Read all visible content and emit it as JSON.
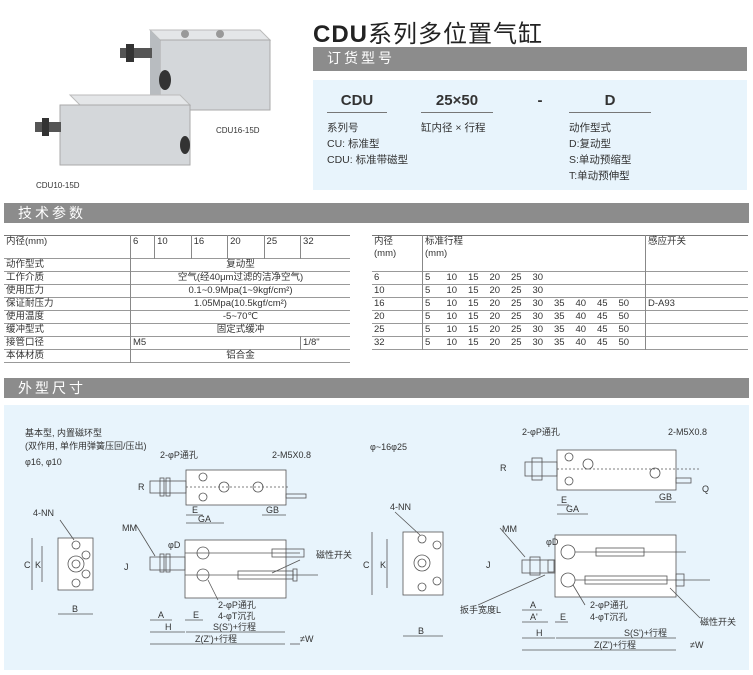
{
  "title": {
    "code": "CDU",
    "text": "系列多位置气缸"
  },
  "products": [
    {
      "label": "CDU16-15D"
    },
    {
      "label": "CDU10-15D"
    }
  ],
  "order_section": {
    "heading": "订货型号",
    "codes": [
      "CDU",
      "25×50",
      "-",
      "D"
    ],
    "series": {
      "label": "系列号",
      "items": [
        "CU: 标准型",
        "CDU: 标准带磁型"
      ]
    },
    "size": {
      "label": "缸内径 × 行程"
    },
    "action": {
      "label": "动作型式",
      "items": [
        "D:复动型",
        "S:单动预缩型",
        "T:单动预伸型"
      ]
    }
  },
  "tech_section": {
    "heading": "技术参数",
    "spec_table": {
      "header": {
        "label": "内径(mm)",
        "bores": [
          "6",
          "10",
          "16",
          "20",
          "25",
          "32"
        ]
      },
      "rows": [
        {
          "label": "动作型式",
          "value": "复动型"
        },
        {
          "label": "工作介质",
          "value": "空气(经40μm过滤的洁净空气)"
        },
        {
          "label": "使用压力",
          "value": "0.1~0.9Mpa(1~9kgf/cm²)"
        },
        {
          "label": "保证耐压力",
          "value": "1.05Mpa(10.5kgf/cm²)"
        },
        {
          "label": "使用温度",
          "value": "-5~70℃"
        },
        {
          "label": "缓冲型式",
          "value": "固定式缓冲"
        },
        {
          "label": "接管口径",
          "value": "M5",
          "value2": "1/8\""
        },
        {
          "label": "本体材质",
          "value": "铝合金"
        }
      ]
    },
    "stroke_table": {
      "headers": [
        "内径",
        "(mm)",
        "标准行程",
        "(mm)",
        "感应开关"
      ],
      "rows": [
        {
          "bore": "6",
          "strokes": [
            "5",
            "10",
            "15",
            "20",
            "25",
            "30"
          ],
          "switch": ""
        },
        {
          "bore": "10",
          "strokes": [
            "5",
            "10",
            "15",
            "20",
            "25",
            "30"
          ],
          "switch": ""
        },
        {
          "bore": "16",
          "strokes": [
            "5",
            "10",
            "15",
            "20",
            "25",
            "30",
            "35",
            "40",
            "45",
            "50"
          ],
          "switch": "D-A93"
        },
        {
          "bore": "20",
          "strokes": [
            "5",
            "10",
            "15",
            "20",
            "25",
            "30",
            "35",
            "40",
            "45",
            "50"
          ],
          "switch": ""
        },
        {
          "bore": "25",
          "strokes": [
            "5",
            "10",
            "15",
            "20",
            "25",
            "30",
            "35",
            "40",
            "45",
            "50"
          ],
          "switch": ""
        },
        {
          "bore": "32",
          "strokes": [
            "5",
            "10",
            "15",
            "20",
            "25",
            "30",
            "35",
            "40",
            "45",
            "50"
          ],
          "switch": ""
        }
      ]
    }
  },
  "dim_section": {
    "heading": "外型尺寸",
    "left": {
      "notes": [
        "基本型, 内置磁环型",
        "(双作用, 单作用弹簧压回/压出)",
        "φ16, φ10"
      ],
      "labels": {
        "p_hole": "2-φP通孔",
        "m5": "2-M5X0.8",
        "R": "R",
        "E": "E",
        "GA": "GA",
        "GB": "GB",
        "NN": "4-NN",
        "C": "C",
        "K": "K",
        "B": "B",
        "MM": "MM",
        "D": "φD",
        "J": "J",
        "switch": "磁性开关",
        "p_hole2": "2-φP通孔",
        "t_hole": "4-φT沉孔",
        "A": "A",
        "E2": "E",
        "H": "H",
        "S": "S(S')+行程",
        "Z": "Z(Z')+行程",
        "W": "≠W"
      }
    },
    "right": {
      "notes": [
        "φ~16φ25"
      ],
      "labels": {
        "p_hole": "2-φP通孔",
        "m5": "2-M5X0.8",
        "R": "R",
        "Q": "Q",
        "E": "E",
        "GA": "GA",
        "GB": "GB",
        "NN": "4-NN",
        "C": "C",
        "K": "K",
        "B": "B",
        "MM": "MM",
        "D": "φD",
        "J": "J",
        "wrench": "扳手宽度L",
        "A": "A",
        "A2": "A'",
        "E2": "E",
        "H": "H",
        "p_hole2": "2-φP通孔",
        "t_hole": "4-φT沉孔",
        "switch": "磁性开关",
        "S": "S(S')+行程",
        "Z": "Z(Z')+行程",
        "W": "≠W"
      }
    }
  }
}
